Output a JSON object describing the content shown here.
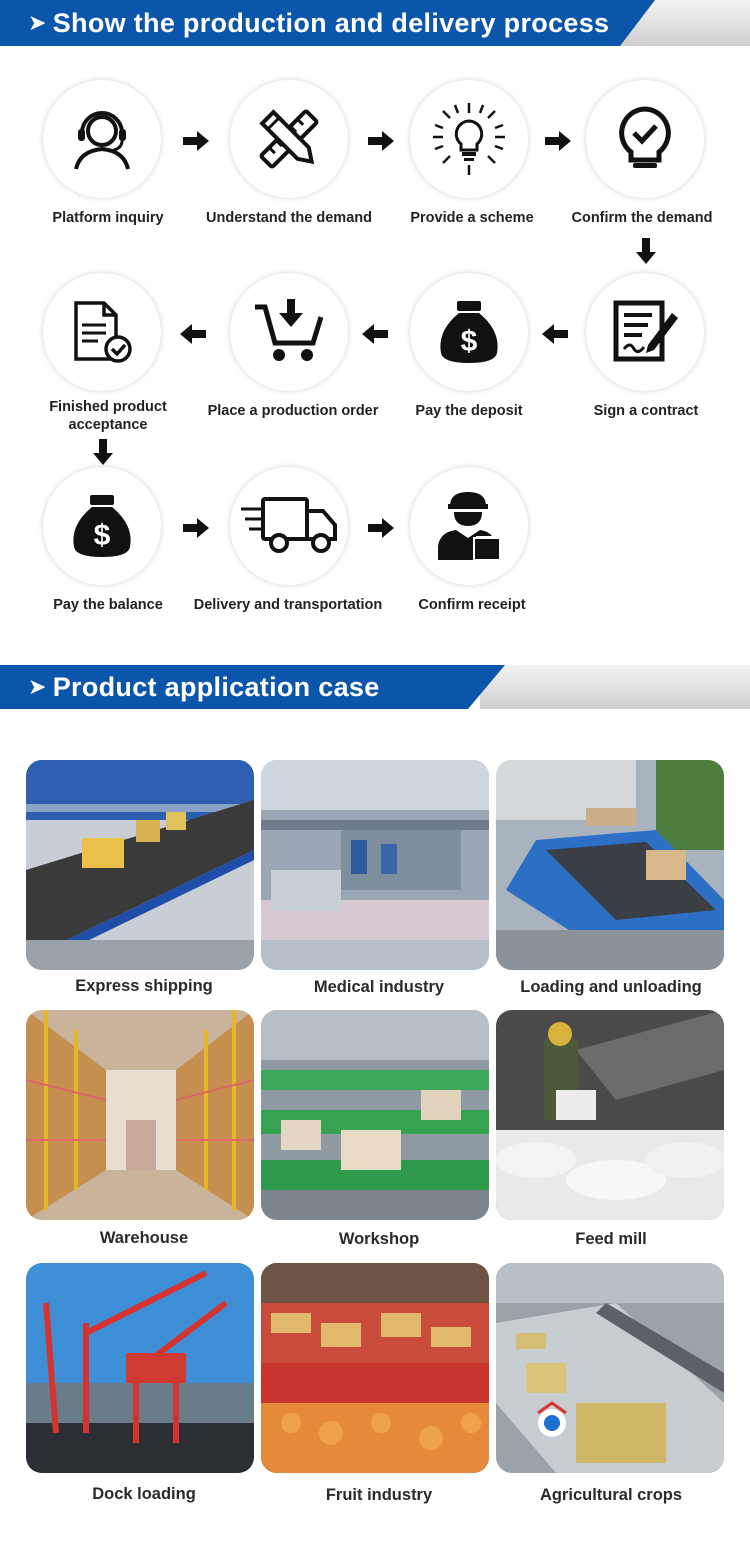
{
  "section1": {
    "title": "Show the production and delivery process"
  },
  "process": {
    "steps": [
      {
        "label": "Platform inquiry",
        "icon": "headset-user-icon"
      },
      {
        "label": "Understand the demand",
        "icon": "pencil-ruler-icon"
      },
      {
        "label": "Provide a scheme",
        "icon": "lightbulb-idea-icon"
      },
      {
        "label": "Confirm the demand",
        "icon": "bulb-check-icon"
      },
      {
        "label": "Sign a contract",
        "icon": "contract-sign-icon"
      },
      {
        "label": "Pay the deposit",
        "icon": "money-bag-icon"
      },
      {
        "label": "Place a production order",
        "icon": "cart-download-icon"
      },
      {
        "label": "Finished product acceptance",
        "icon": "document-check-icon"
      },
      {
        "label": "Pay the balance",
        "icon": "money-bag-icon"
      },
      {
        "label": "Delivery and transportation",
        "icon": "delivery-truck-icon"
      },
      {
        "label": "Confirm receipt",
        "icon": "courier-package-icon"
      }
    ]
  },
  "section2": {
    "title": "Product application case"
  },
  "cases": [
    {
      "label": "Express shipping"
    },
    {
      "label": "Medical industry"
    },
    {
      "label": "Loading and unloading"
    },
    {
      "label": "Warehouse"
    },
    {
      "label": "Workshop"
    },
    {
      "label": "Feed mill"
    },
    {
      "label": "Dock loading"
    },
    {
      "label": "Fruit industry"
    },
    {
      "label": "Agricultural crops"
    }
  ],
  "colors": {
    "banner_blue": "#0b55ab",
    "banner_grey": "#d6d6d6",
    "icon": "#111111"
  }
}
